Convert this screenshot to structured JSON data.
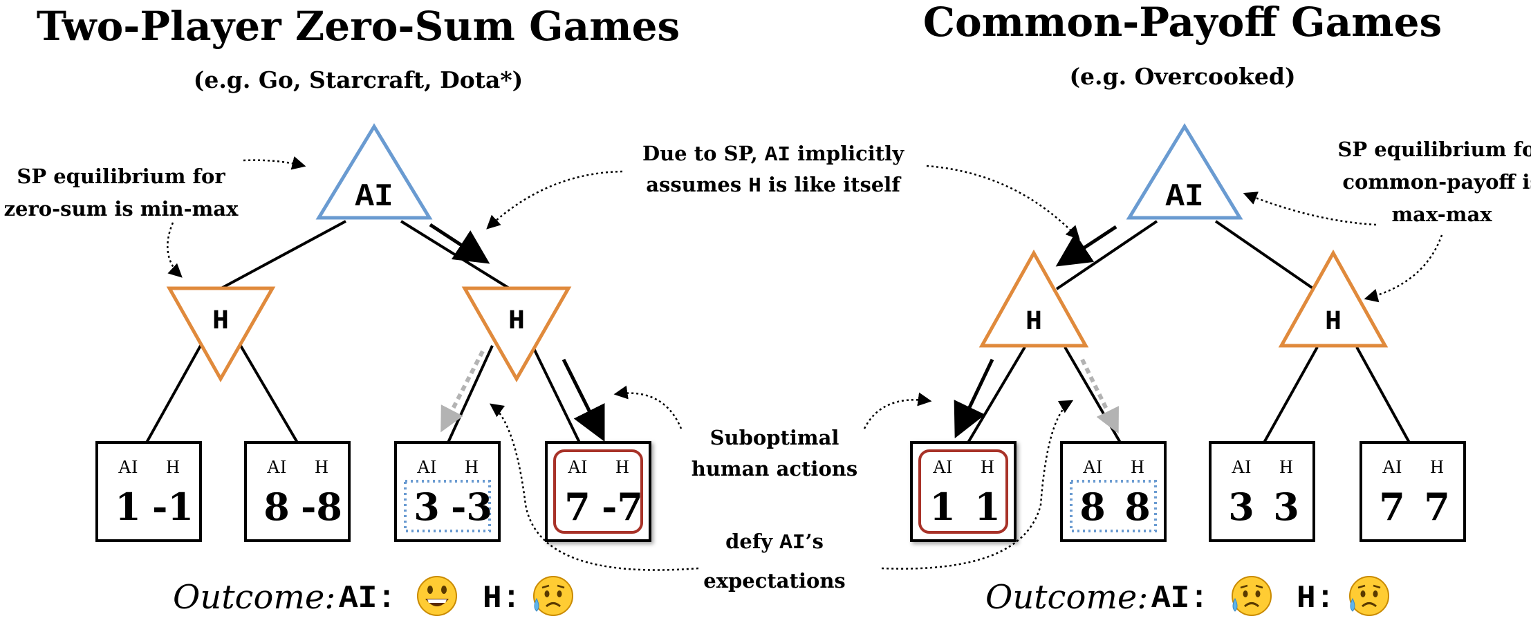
{
  "panels": {
    "left": {
      "title": "Two-Player Zero-Sum Games",
      "subtitle": "(e.g. Go, Starcraft, Dota*)",
      "root_label": "AI",
      "child_label": "H",
      "leaf_header_ai": "AI",
      "leaf_header_h": "H",
      "leaves": [
        {
          "ai": "1",
          "h": "-1"
        },
        {
          "ai": "8",
          "h": "-8"
        },
        {
          "ai": "3",
          "h": "-3"
        },
        {
          "ai": "7",
          "h": "-7"
        }
      ],
      "annotation_line1": "SP equilibrium for",
      "annotation_line2": "zero-sum is min-max",
      "outcome_label": "Outcome:",
      "outcome_ai": "AI:",
      "outcome_h": "H:",
      "outcome_ai_face": "grinning-face",
      "outcome_h_face": "sad-sweat-face"
    },
    "right": {
      "title": "Common-Payoff Games",
      "subtitle": "(e.g. Overcooked)",
      "root_label": "AI",
      "child_label": "H",
      "leaf_header_ai": "AI",
      "leaf_header_h": "H",
      "leaves": [
        {
          "ai": "1",
          "h": "1"
        },
        {
          "ai": "8",
          "h": "8"
        },
        {
          "ai": "3",
          "h": "3"
        },
        {
          "ai": "7",
          "h": "7"
        }
      ],
      "annotation_line1": "SP equilibrium for",
      "annotation_line2": "common-payoff is",
      "annotation_line3": "max-max",
      "outcome_label": "Outcome:",
      "outcome_ai": "AI:",
      "outcome_h": "H:",
      "outcome_ai_face": "sad-sweat-face",
      "outcome_h_face": "sad-sweat-face"
    }
  },
  "center": {
    "assume_pre": "Due to SP, ",
    "assume_ai": "AI",
    "assume_post": " implicitly",
    "assume2_pre": "assumes ",
    "assume2_h": "H",
    "assume2_post": " is like itself",
    "subopt_line1": "Suboptimal",
    "subopt_line2": "human actions",
    "defy_pre": "defy ",
    "defy_ai": "AI",
    "defy_post": "’s",
    "defy_line2": "expectations"
  },
  "colors": {
    "ai_node": "#6a9bd1",
    "h_node": "#e08a3c",
    "expected_box": "#a83228",
    "actual_box": "#6a9bd1",
    "dashed_arrow": "#b3b3b3"
  }
}
